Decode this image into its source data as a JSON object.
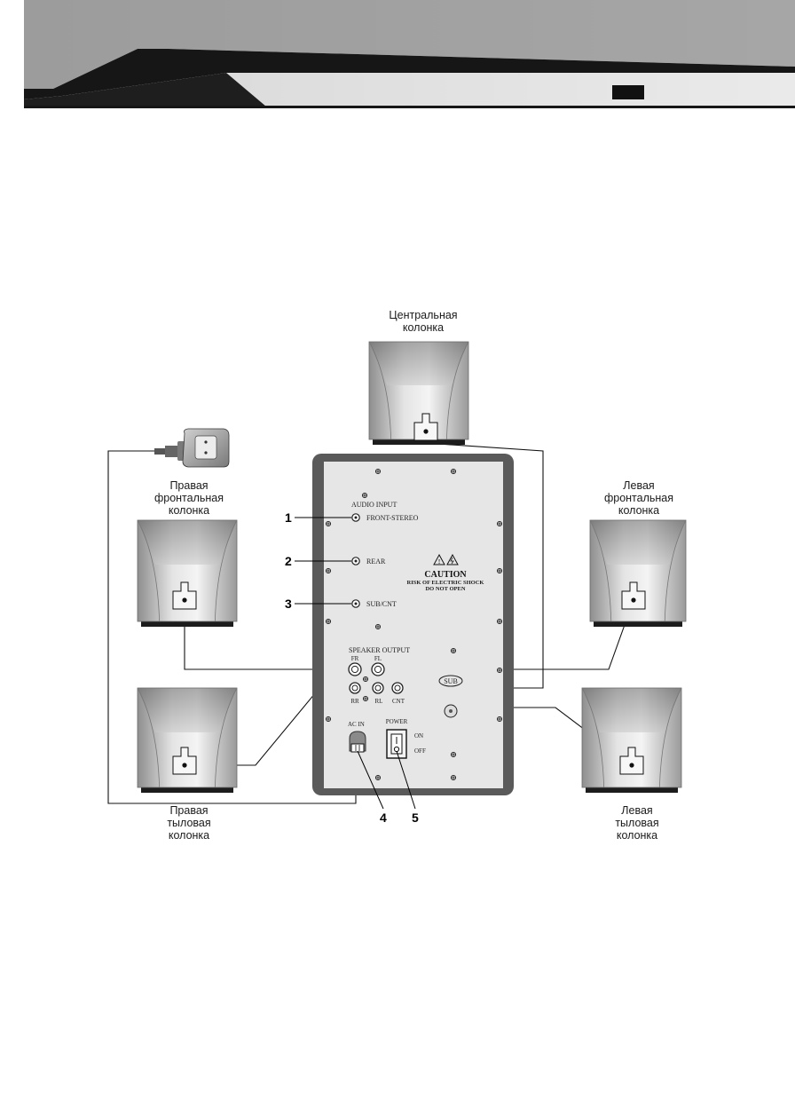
{
  "header": {
    "page_marker": ""
  },
  "speakers": {
    "center": {
      "line1": "Центральная",
      "line2": "колонка"
    },
    "front_right": {
      "line1": "Правая",
      "line2": "фронтальная",
      "line3": "колонка"
    },
    "front_left": {
      "line1": "Левая",
      "line2": "фронтальная",
      "line3": "колонка"
    },
    "rear_right": {
      "line1": "Правая",
      "line2": "тыловая",
      "line3": "колонка"
    },
    "rear_left": {
      "line1": "Левая",
      "line2": "тыловая",
      "line3": "колонка"
    }
  },
  "callouts": [
    "1",
    "2",
    "3",
    "4",
    "5"
  ],
  "panel": {
    "audio_input": "AUDIO   INPUT",
    "front_stereo": "FRONT-STEREO",
    "rear": "REAR",
    "sub_cnt": "SUB/CNT",
    "caution": "CAUTION",
    "caution_line1": "RISK OF ELECTRIC SHOCK",
    "caution_line2": "DO NOT OPEN",
    "speaker_output": "SPEAKER    OUTPUT",
    "fr": "FR",
    "fl": "FL",
    "rr": "RR",
    "rl": "RL",
    "cnt": "CNT",
    "sub_badge": "SUB",
    "power": "POWER",
    "on": "ON",
    "off": "OFF",
    "ac_in": "AC   IN"
  }
}
